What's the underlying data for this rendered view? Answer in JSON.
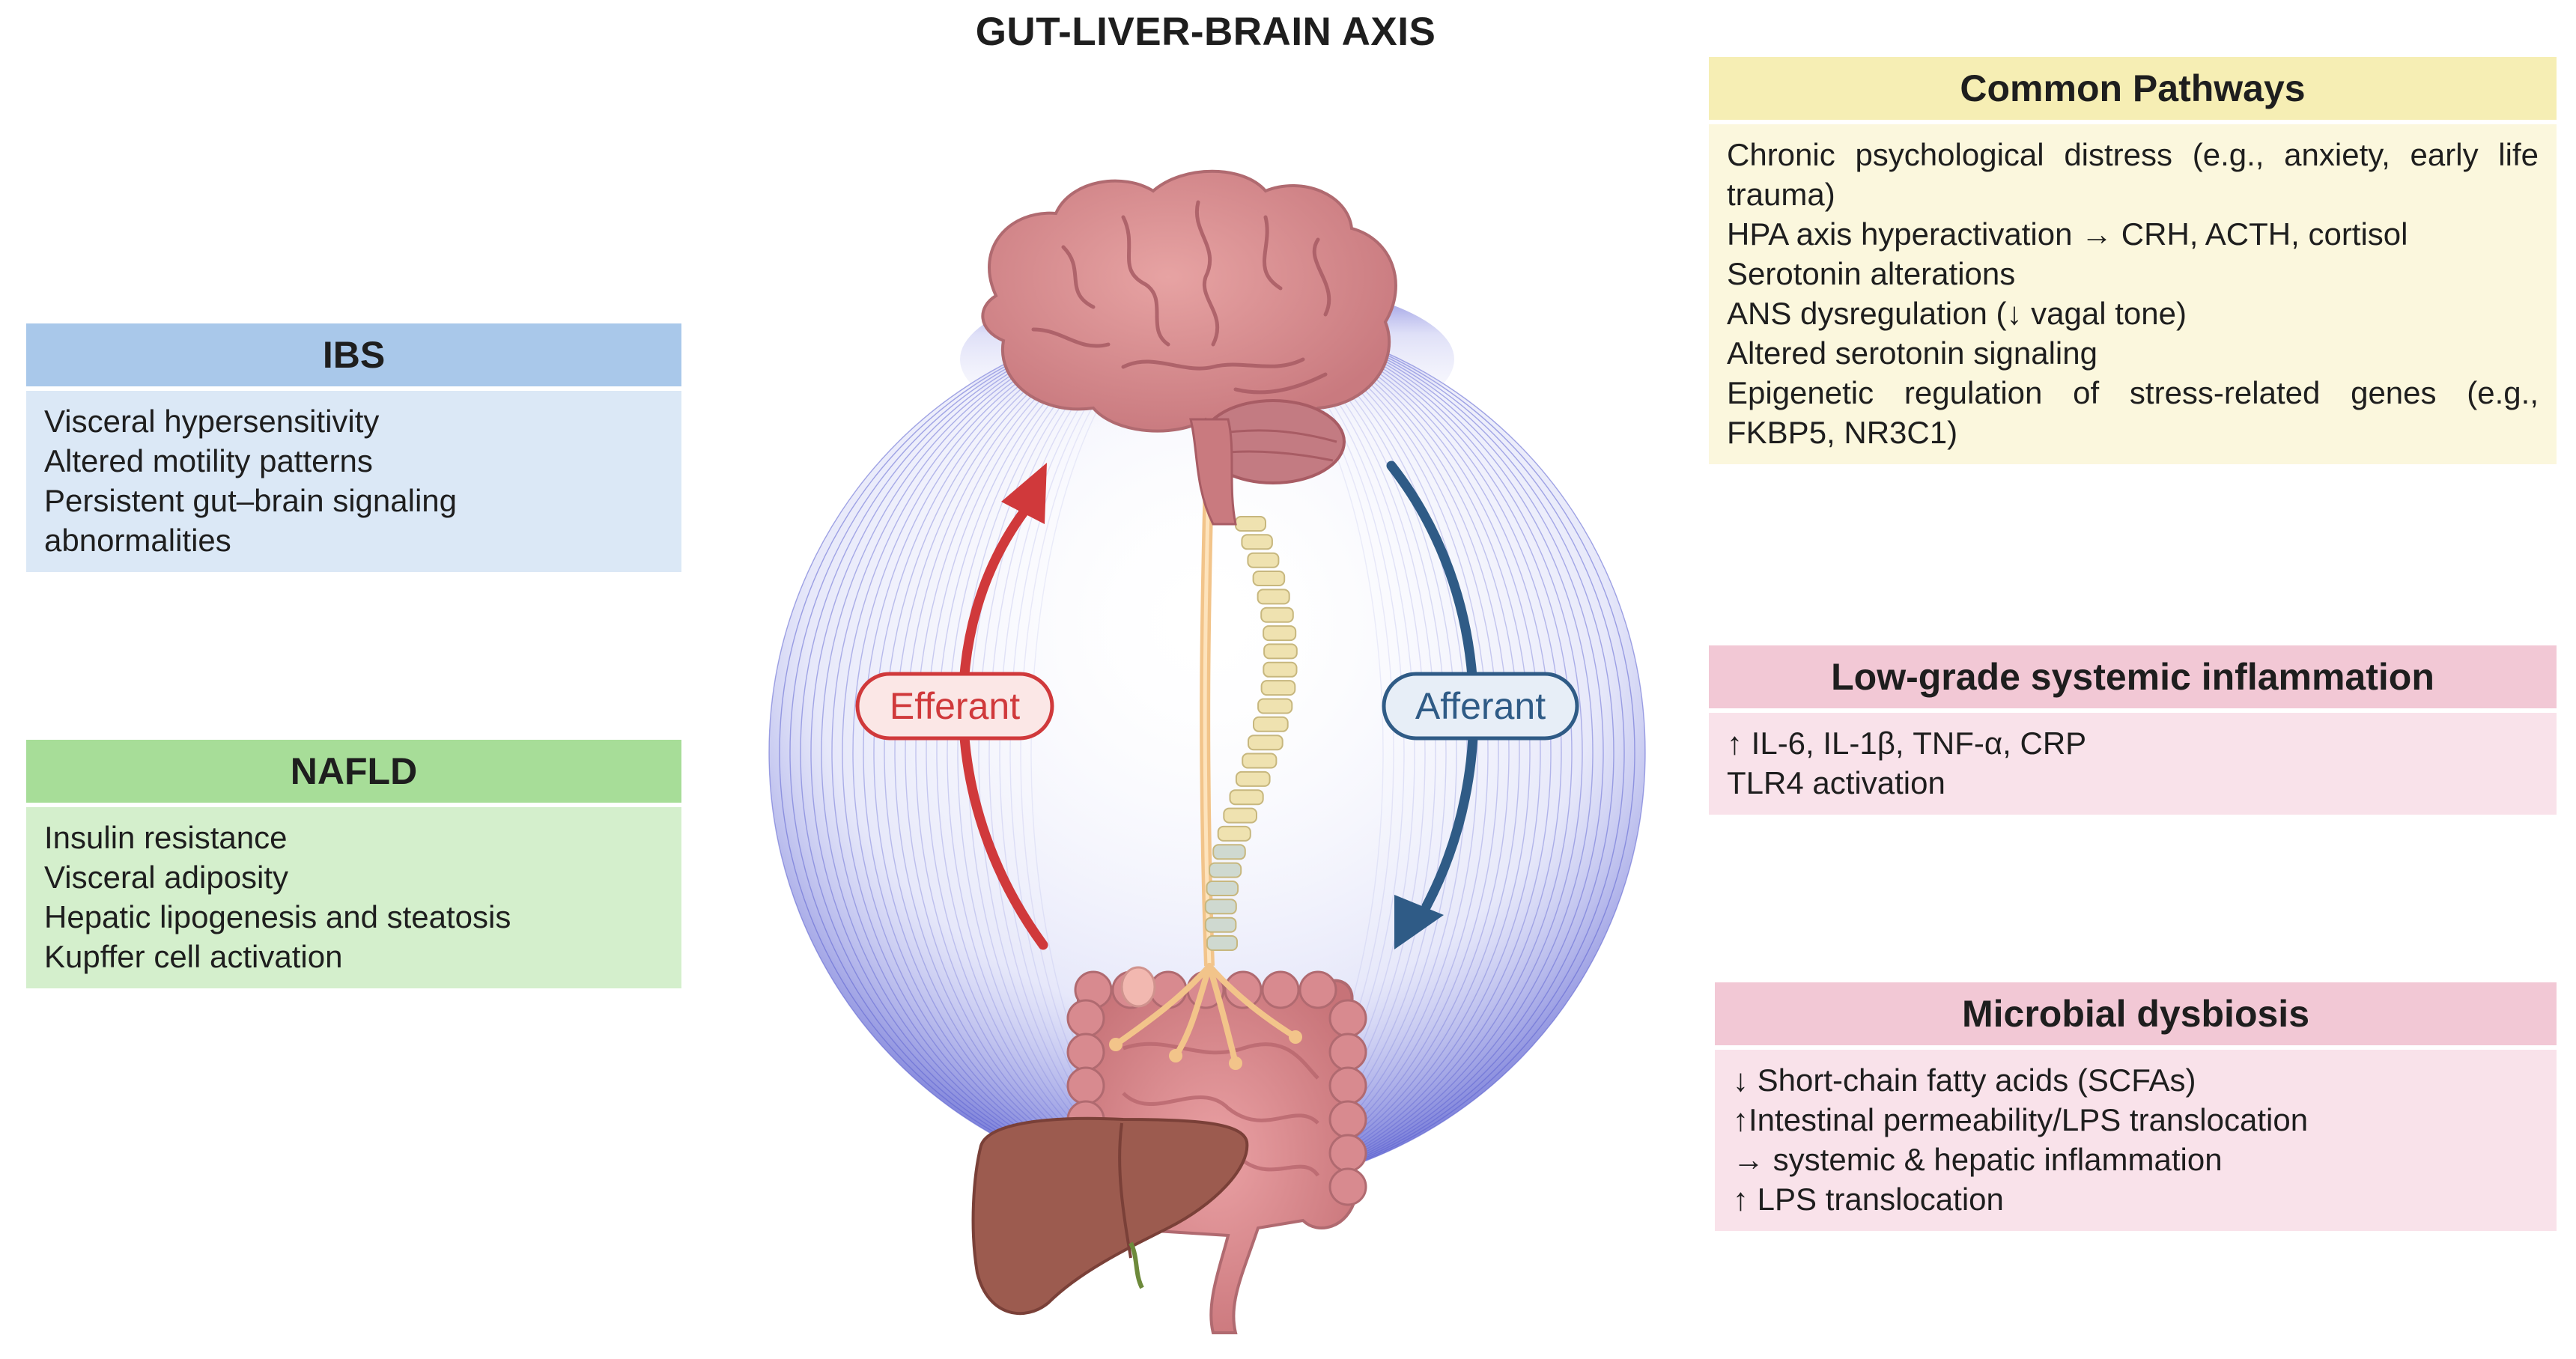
{
  "title": "GUT-LIVER-BRAIN AXIS",
  "colors": {
    "efferent": "#d0393b",
    "afferent": "#2f5b86",
    "halo": "#5a5fd0",
    "ibs_header": "#a9c8ea",
    "nafld_header": "#a7dd98",
    "common_header": "#f6eeb4",
    "inflammation_header": "#f2c8d5",
    "dysbiosis_header": "#f2c8d5"
  },
  "arrows": {
    "efferent_label": "Efferant",
    "afferent_label": "Afferant"
  },
  "icons": [
    "brain-icon",
    "spine-icon",
    "colon-icon",
    "liver-icon",
    "nerve-icon"
  ],
  "panels": {
    "ibs": {
      "title": "IBS",
      "items": [
        "Visceral hypersensitivity",
        "Altered motility patterns",
        "Persistent gut–brain signaling abnormalities"
      ]
    },
    "nafld": {
      "title": "NAFLD",
      "items": [
        "Insulin resistance",
        "Visceral adiposity",
        "Hepatic lipogenesis and steatosis",
        "Kupffer cell activation"
      ]
    },
    "common": {
      "title": "Common Pathways",
      "items": [
        "Chronic psychological distress (e.g., anxiety, early life trauma)",
        "HPA axis hyperactivation → CRH, ACTH, cortisol",
        "Serotonin alterations",
        "ANS dysregulation (↓ vagal tone)",
        "Altered serotonin signaling",
        "Epigenetic regulation of stress-related genes (e.g., FKBP5, NR3C1)"
      ]
    },
    "inflammation": {
      "title": "Low-grade systemic inflammation",
      "items": [
        "↑ IL-6, IL-1β, TNF-α, CRP",
        "TLR4 activation"
      ]
    },
    "dysbiosis": {
      "title": "Microbial dysbiosis",
      "items": [
        "↓ Short-chain fatty acids (SCFAs)",
        "↑Intestinal permeability/LPS translocation",
        "→ systemic & hepatic inflammation",
        "↑ LPS translocation"
      ]
    }
  }
}
